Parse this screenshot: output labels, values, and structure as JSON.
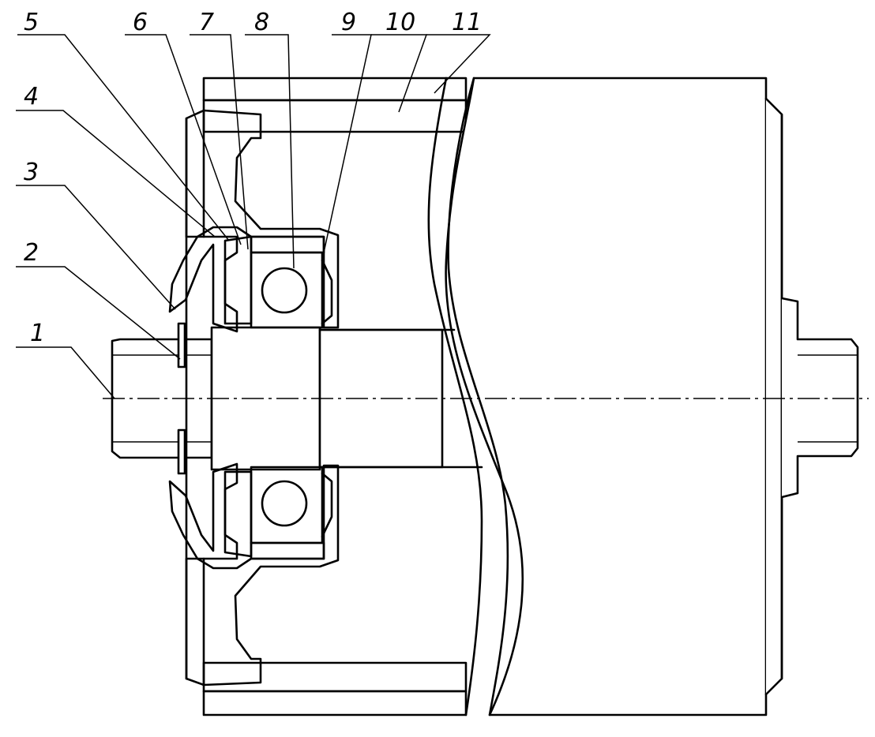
{
  "drawing": {
    "callouts": [
      {
        "id": "1",
        "text": "1"
      },
      {
        "id": "2",
        "text": "2"
      },
      {
        "id": "3",
        "text": "3"
      },
      {
        "id": "4",
        "text": "4"
      },
      {
        "id": "5",
        "text": "5"
      },
      {
        "id": "6",
        "text": "6"
      },
      {
        "id": "7",
        "text": "7"
      },
      {
        "id": "8",
        "text": "8"
      },
      {
        "id": "9",
        "text": "9"
      },
      {
        "id": "10",
        "text": "10"
      },
      {
        "id": "11",
        "text": "11"
      }
    ],
    "colors": {
      "line": "#000000",
      "background": "#ffffff"
    }
  }
}
